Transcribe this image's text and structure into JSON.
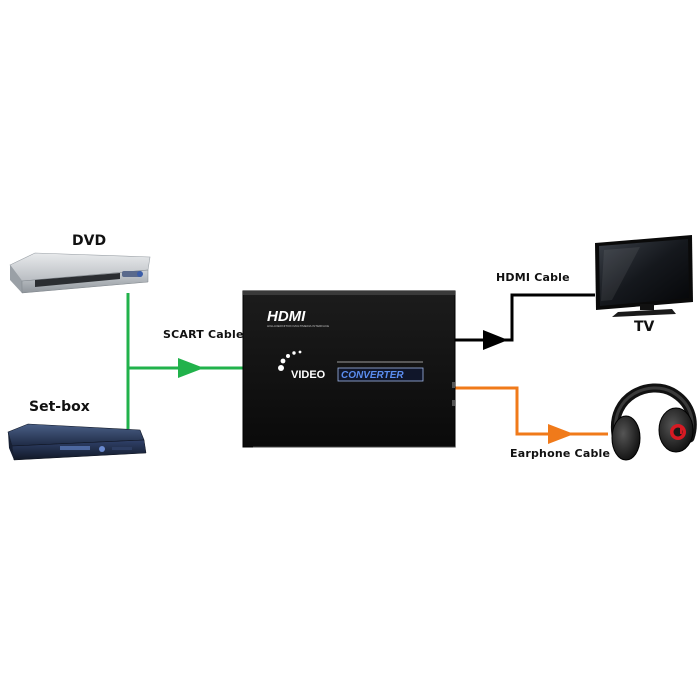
{
  "devices": {
    "dvd": {
      "label": "DVD"
    },
    "setbox": {
      "label": "Set-box"
    },
    "tv": {
      "label": "TV"
    },
    "converter": {
      "brand": "HDMI",
      "brand_sub": "HIGH-DEFINITION MULTIMEDIA INTERFACE",
      "title_left": "VIDEO",
      "title_right": "CONVERTER"
    },
    "headphones": {
      "label": ""
    }
  },
  "cables": {
    "scart": {
      "label": "SCART Cable",
      "color": "#21b24b"
    },
    "hdmi": {
      "label": "HDMI Cable",
      "color": "#000000"
    },
    "earphone": {
      "label": "Earphone Cable",
      "color": "#f07a1a"
    }
  }
}
